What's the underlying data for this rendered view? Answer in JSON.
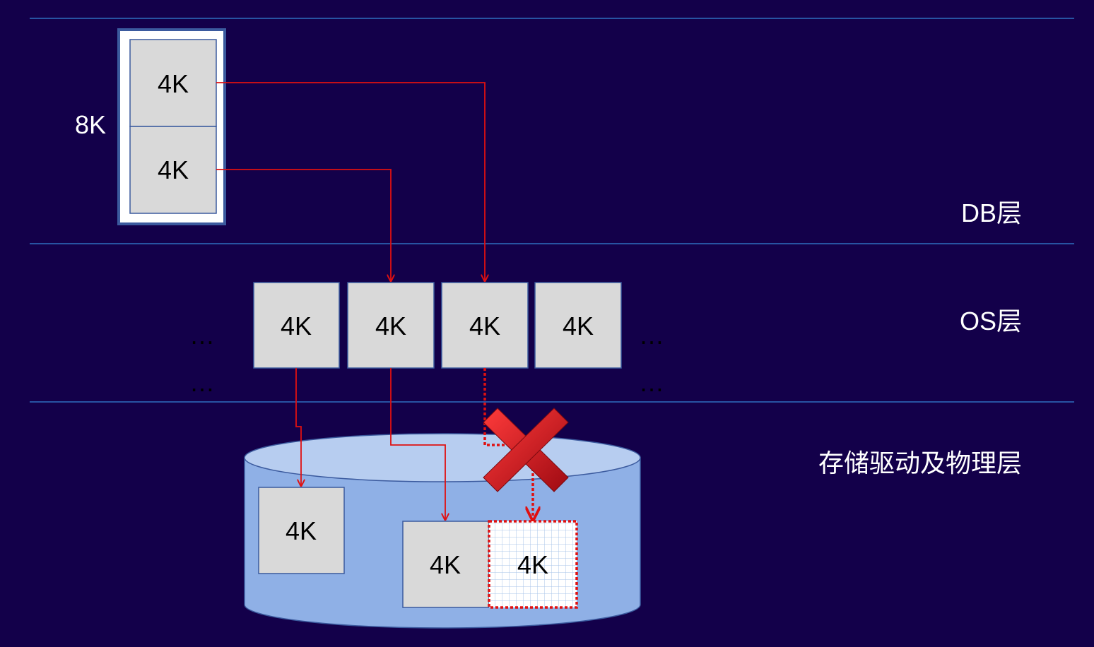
{
  "colors": {
    "background": "#13004a",
    "divider": "#2e6fc0",
    "block_fill": "#d9d9d9",
    "block_border": "#3b5a9e",
    "arrow": "#e01010",
    "cylinder_body": "#8fb0e6",
    "cylinder_top": "#b7cdf0",
    "cross": "#c4101a"
  },
  "db_layer": {
    "label": "DB层",
    "page_size_label": "8K",
    "blocks": [
      "4K",
      "4K"
    ]
  },
  "os_layer": {
    "label": "OS层",
    "blocks": [
      "4K",
      "4K",
      "4K",
      "4K"
    ],
    "ellipsis": "…"
  },
  "storage_layer": {
    "label": "存储驱动及物理层",
    "blocks": [
      "4K",
      "4K",
      "4K"
    ]
  }
}
